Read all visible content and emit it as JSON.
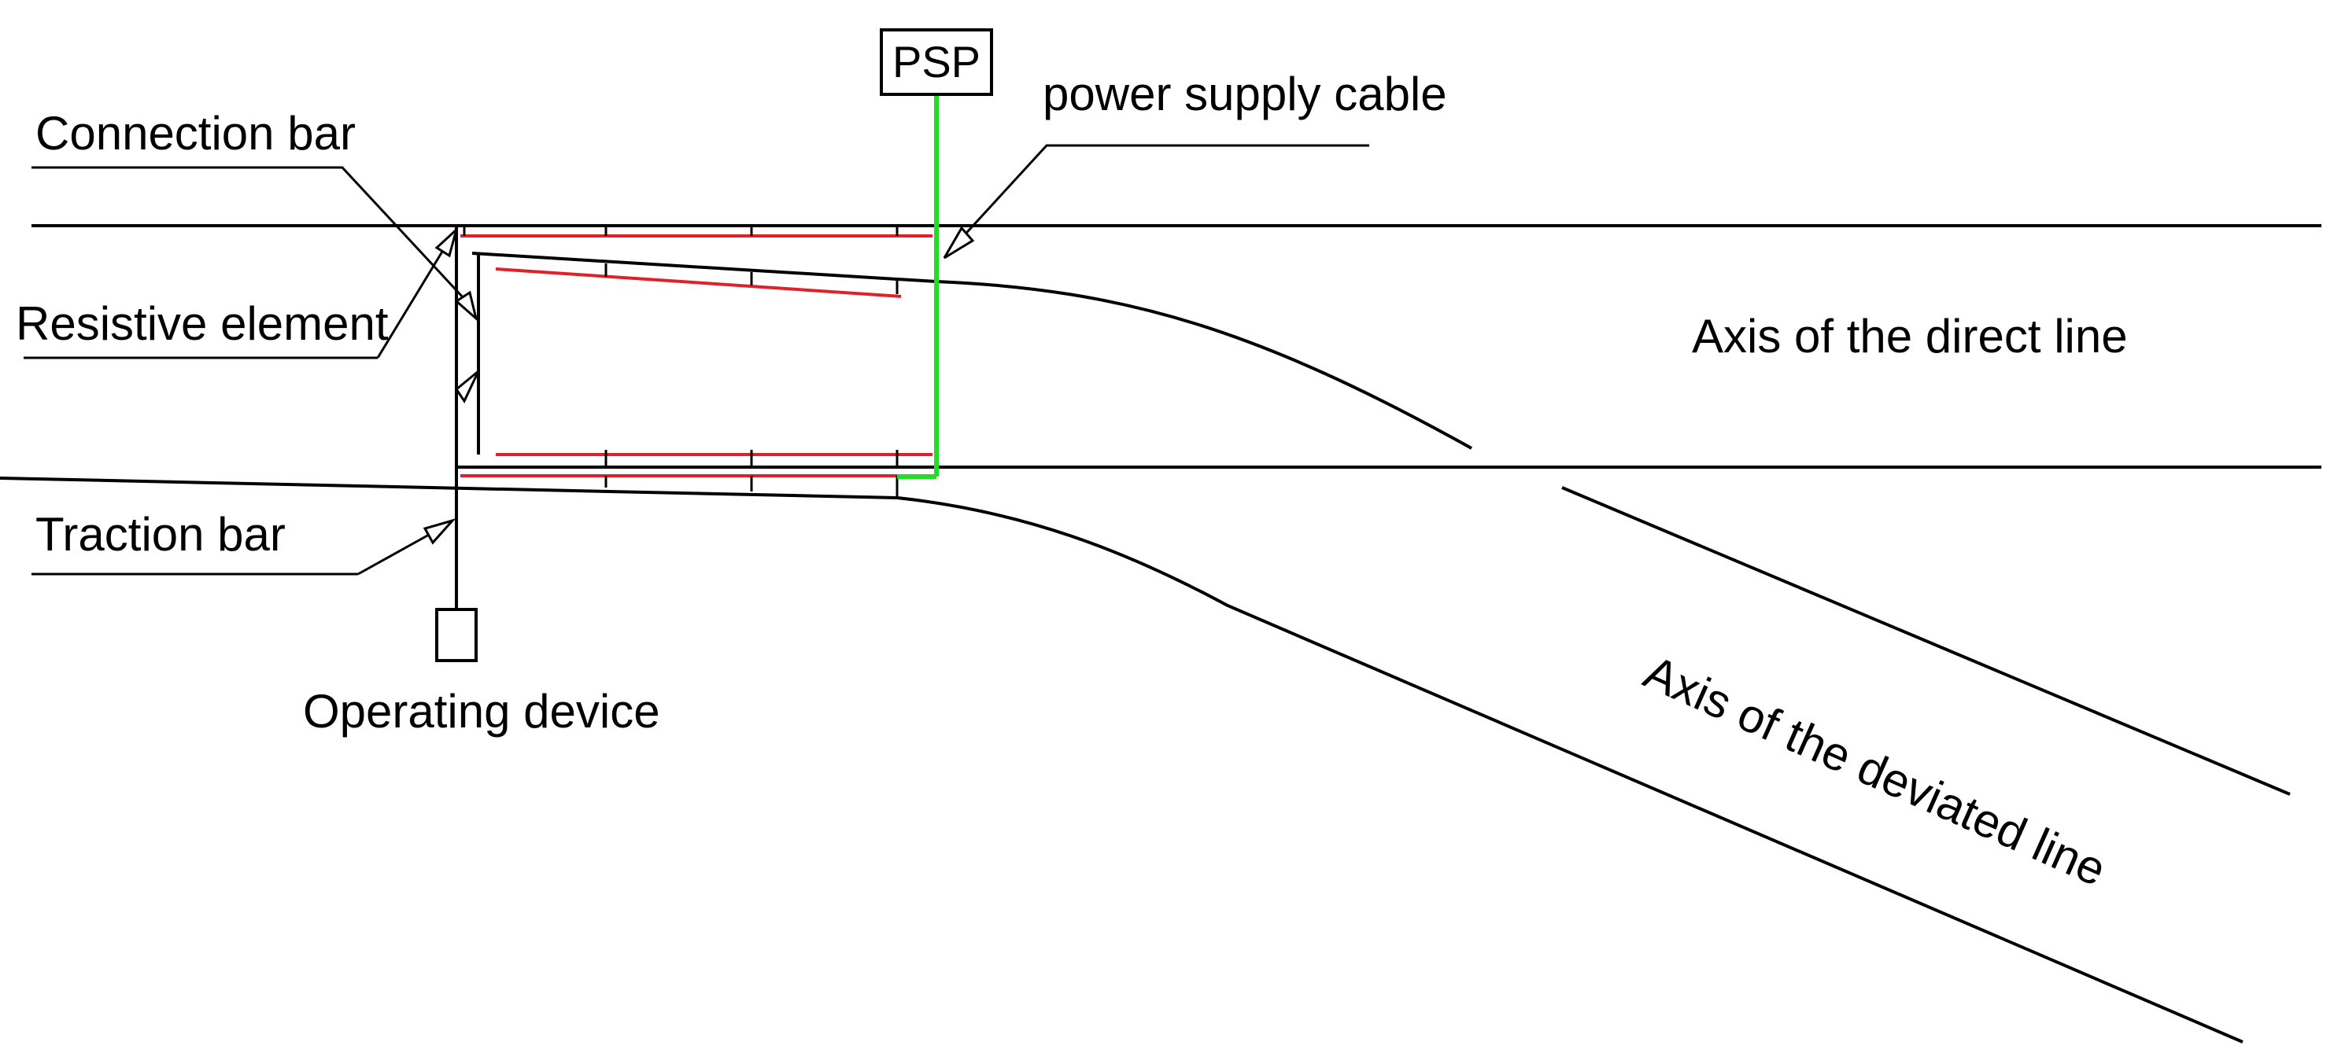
{
  "labels": {
    "psp": "PSP",
    "power_supply_cable": "power supply cable",
    "connection_bar": "Connection bar",
    "resistive_element": "Resistive element",
    "traction_bar": "Traction bar",
    "operating_device": "Operating device",
    "axis_direct": "Axis of the direct line",
    "axis_deviated": "Axis of the deviated line"
  },
  "colors": {
    "rail": "#000000",
    "heating_element": "#e0202a",
    "power_cable": "#22dd22"
  }
}
